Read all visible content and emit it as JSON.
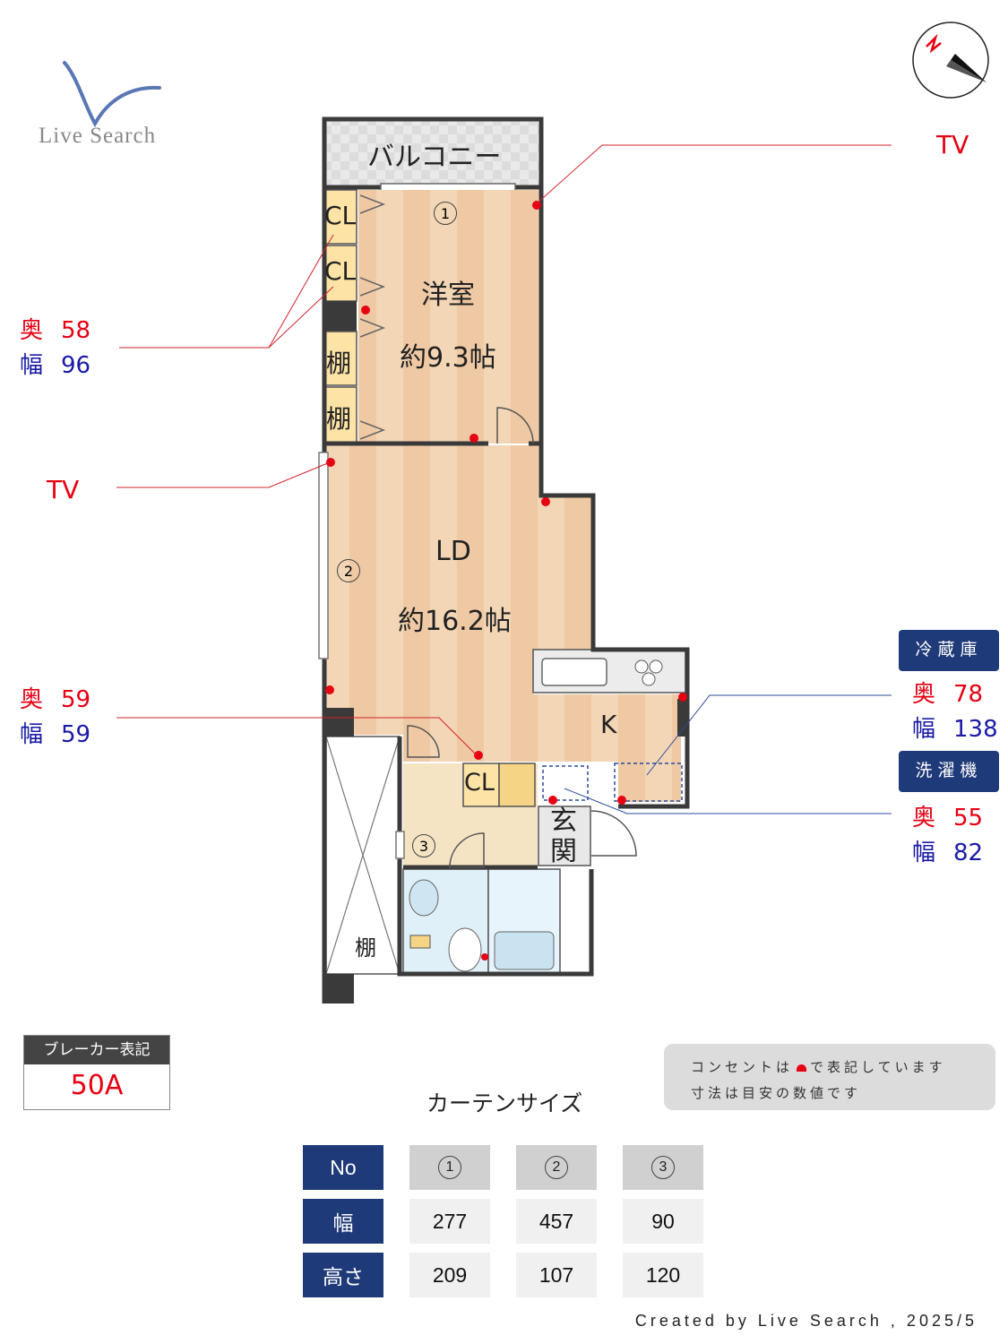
{
  "logo": {
    "text": "Live Search"
  },
  "rooms": {
    "balcony": "バルコニー",
    "western_room": "洋室",
    "western_size": "約9.3帖",
    "ld": "LD",
    "ld_size": "約16.2帖",
    "kitchen": "K",
    "entrance": "玄関",
    "closet_label": "CL",
    "shelf_label": "棚",
    "window_1": "1",
    "window_2": "2",
    "window_3": "3"
  },
  "callouts": {
    "tv_top": "TV",
    "tv_left": "TV",
    "closet_depth_key": "奥",
    "closet_depth": "58",
    "closet_width_key": "幅",
    "closet_width": "96",
    "cl2_depth_key": "奥",
    "cl2_depth": "59",
    "cl2_width_key": "幅",
    "cl2_width": "59",
    "fridge_title": "冷蔵庫",
    "fridge_depth_key": "奥",
    "fridge_depth": "78",
    "fridge_width_key": "幅",
    "fridge_width": "138",
    "washer_title": "洗濯機",
    "washer_depth_key": "奥",
    "washer_depth": "55",
    "washer_width_key": "幅",
    "washer_width": "82"
  },
  "breaker": {
    "title": "ブレーカー表記",
    "value": "50A"
  },
  "notes": {
    "line1": "コンセントは",
    "line1b": "で表記しています",
    "line2": "寸法は目安の数値です"
  },
  "curtain": {
    "title": "カーテンサイズ",
    "header": [
      "No",
      "1",
      "2",
      "3"
    ],
    "rows": [
      {
        "label": "幅",
        "values": [
          "277",
          "457",
          "90"
        ]
      },
      {
        "label": "高さ",
        "values": [
          "209",
          "107",
          "120"
        ]
      }
    ]
  },
  "footer": {
    "credit": "Created by Live Search , 2025/5"
  },
  "colors": {
    "accent_red": "#e60012",
    "accent_blue": "#1a1aa6",
    "navy": "#1f3a78",
    "wall": "#3a3a3a"
  }
}
